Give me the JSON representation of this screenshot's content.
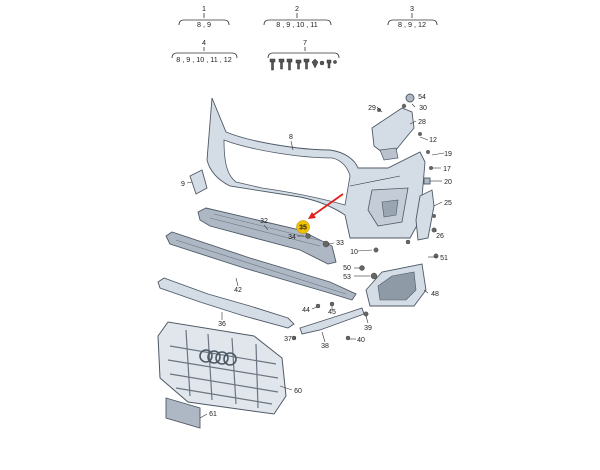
{
  "headers": [
    {
      "id": "1",
      "sub": "8 , 9"
    },
    {
      "id": "2",
      "sub": "8 , 9 , 10 , 11"
    },
    {
      "id": "3",
      "sub": "8 , 9 , 12"
    },
    {
      "id": "4",
      "sub": "8 , 9 , 10 , 11 , 12"
    },
    {
      "id": "7",
      "sub": ""
    }
  ],
  "callouts": {
    "c8": "8",
    "c9": "9",
    "c10": "10",
    "c12": "12",
    "c17": "17",
    "c19": "19",
    "c20": "20",
    "c25": "25",
    "c26": "26",
    "c28": "28",
    "c29": "29",
    "c30": "30",
    "c32": "32",
    "c33": "33",
    "c34": "34",
    "c35": "35",
    "c36": "36",
    "c37": "37",
    "c38": "38",
    "c39": "39",
    "c40": "40",
    "c42": "42",
    "c44": "44",
    "c45": "45",
    "c48": "48",
    "c50": "50",
    "c51": "51",
    "c53": "53",
    "c54": "54",
    "c60": "60",
    "c61": "61"
  },
  "highlight": {
    "label": "35",
    "color": "#f2c200",
    "arrow_color": "#e0201b"
  },
  "colors": {
    "part_fill": "#d4dce6",
    "outline": "#4e5966"
  }
}
